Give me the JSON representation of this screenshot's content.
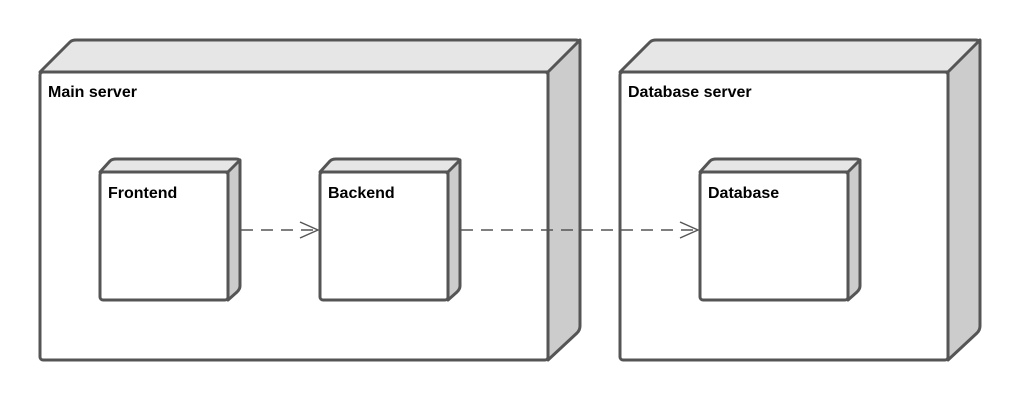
{
  "diagram": {
    "nodes": {
      "main_server": {
        "label": "Main server"
      },
      "database_server": {
        "label": "Database server"
      }
    },
    "components": {
      "frontend": {
        "label": "Frontend"
      },
      "backend": {
        "label": "Backend"
      },
      "database": {
        "label": "Database"
      }
    },
    "connections": [
      {
        "from": "Frontend",
        "to": "Backend",
        "style": "dashed-arrow"
      },
      {
        "from": "Backend",
        "to": "Database",
        "style": "dashed-arrow"
      }
    ]
  }
}
